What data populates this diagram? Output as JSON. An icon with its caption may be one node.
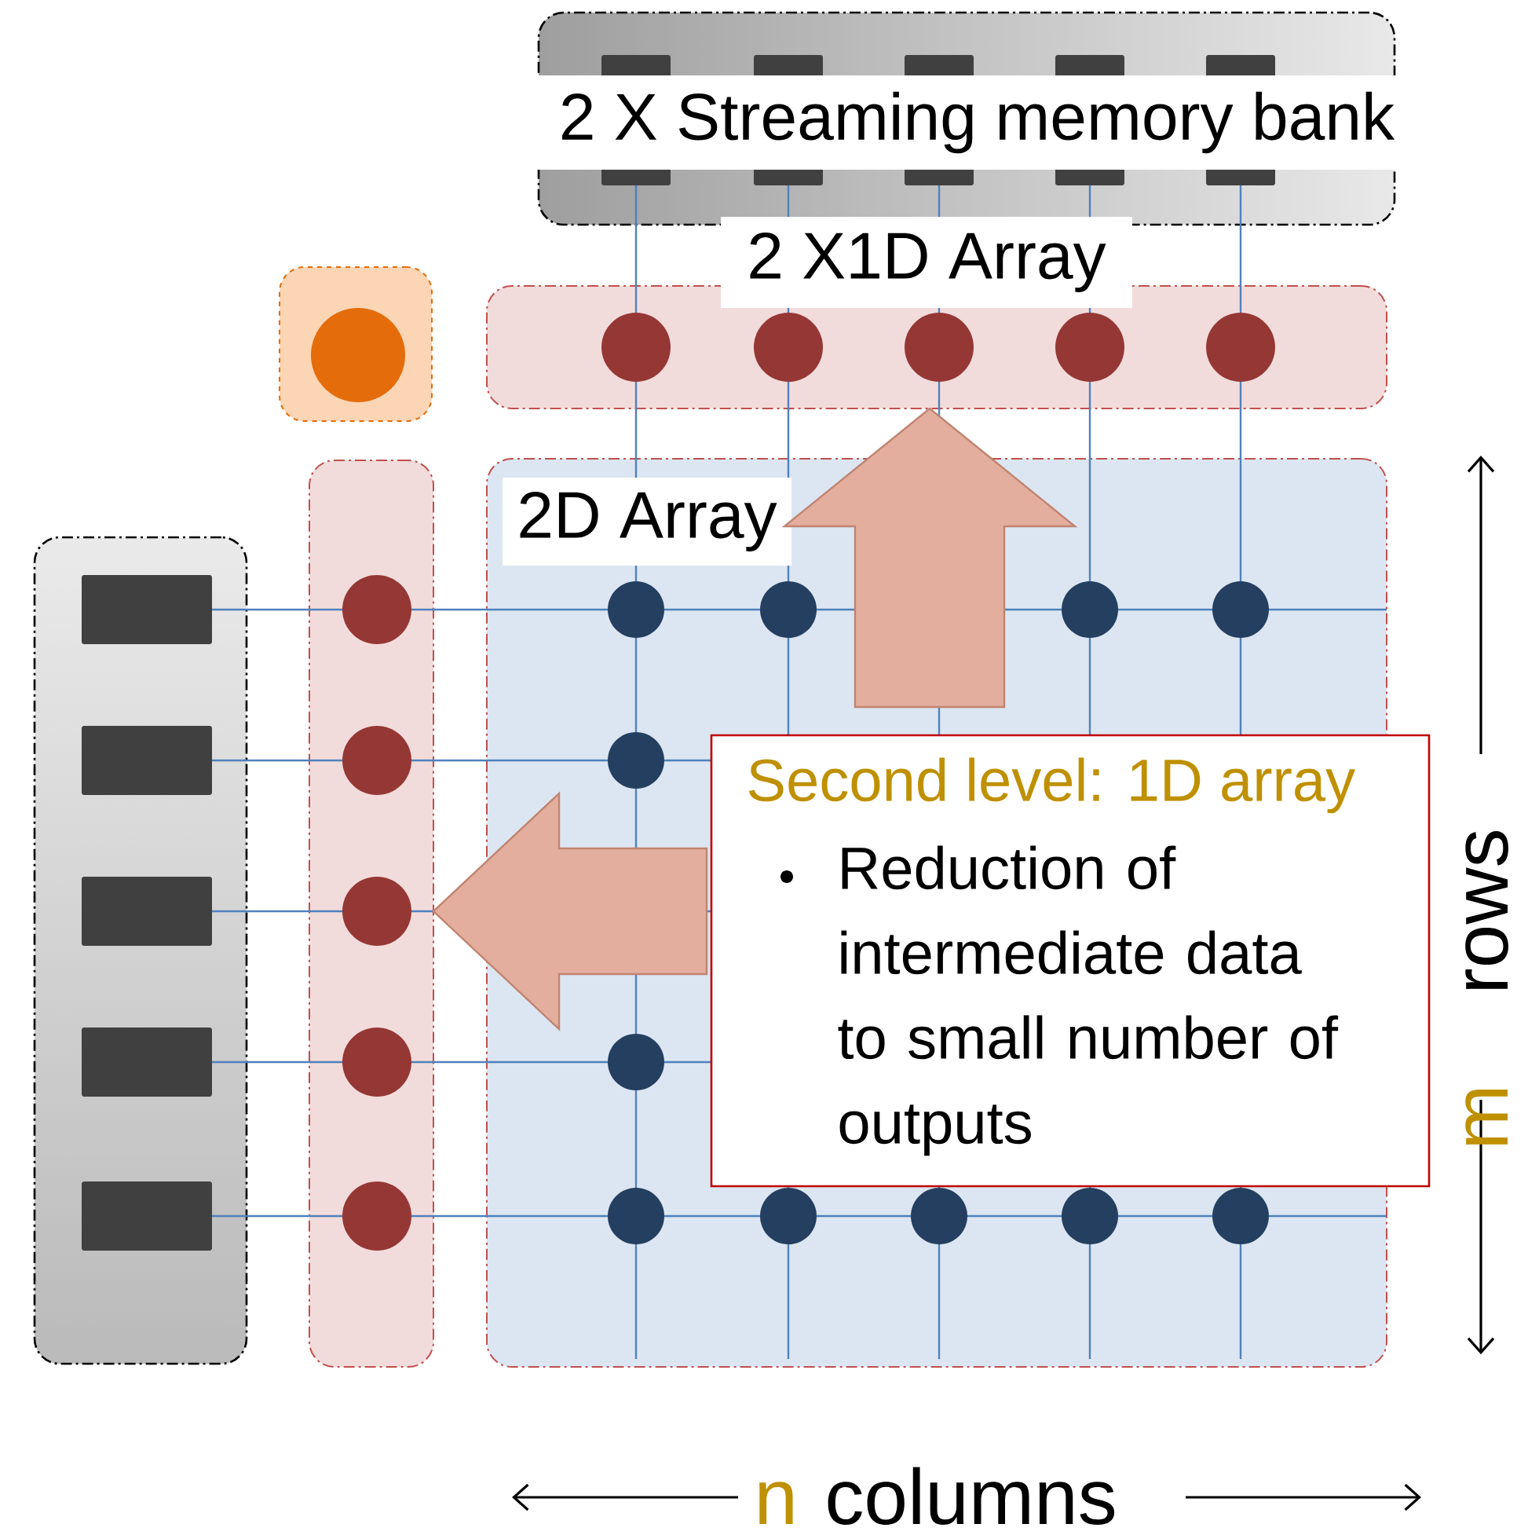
{
  "diagram": {
    "nodes": [
      {
        "text": [
          "2 X Streaming memory bank"
        ]
      },
      {
        "text": [
          "2 X1D Array"
        ]
      },
      {
        "text": [],
        "shape": "box"
      },
      {
        "text": [
          "2D Array"
        ]
      },
      {
        "text": [],
        "shape": "box"
      },
      {
        "text": [],
        "shape": "box"
      },
      {
        "text": [
          "Second level: 1D array",
          "Reduction of intermediate data to small number of outputs"
        ]
      }
    ],
    "edges": [
      {
        "from": 3,
        "to": 1,
        "arrow": "to",
        "style": "thick",
        "color": "#e4ae9e"
      },
      {
        "from": 3,
        "to": 5,
        "arrow": "to",
        "style": "thick",
        "color": "#e4ae9e"
      }
    ],
    "labels": [
      "m",
      "rows",
      "n",
      "columns"
    ]
  }
}
